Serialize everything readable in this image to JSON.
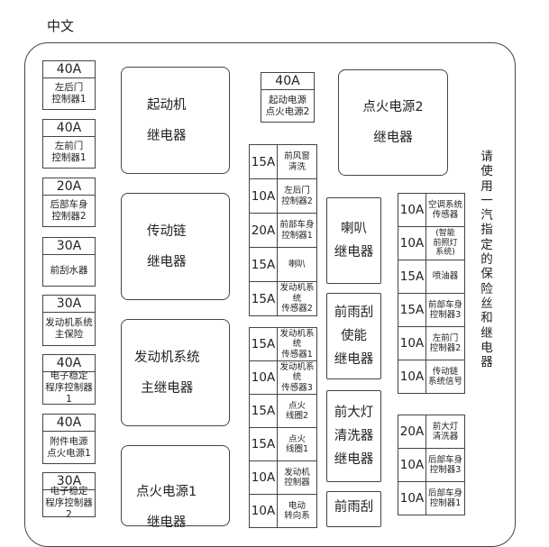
{
  "header": "中文",
  "left_fuses": [
    {
      "amp": "40A",
      "label": "左后门\n控制器1"
    },
    {
      "amp": "40A",
      "label": "左前门\n控制器1"
    },
    {
      "amp": "20A",
      "label": "后部车身\n控制器2"
    },
    {
      "amp": "30A",
      "label": "前刮水器"
    },
    {
      "amp": "30A",
      "label": "发动机系统\n主保险"
    },
    {
      "amp": "40A",
      "label": "电子稳定\n程序控制器1"
    },
    {
      "amp": "40A",
      "label": "附件电源\n点火电源1"
    },
    {
      "amp": "30A",
      "label": "电子稳定\n程序控制器2"
    }
  ],
  "top_fuse": {
    "amp": "40A",
    "label": "起动电源\n点火电源2"
  },
  "relays": {
    "starter": "起动机\n继电器",
    "drivetrain": "传动链\n继电器",
    "engine_main": "发动机系统\n主继电器",
    "ignition1": "点火电源1\n继电器",
    "ignition2": "点火电源2\n继电器",
    "horn": "喇叭\n继电器",
    "wiper_enable": "前雨刮\n使能\n继电器",
    "headlamp_washer": "前大灯\n清洗器\n继电器",
    "front_wiper": "前雨刮"
  },
  "mid_col_a": [
    {
      "amp": "15A",
      "label": "前风窗\n清洗"
    },
    {
      "amp": "10A",
      "label": "左后门\n控制器2"
    },
    {
      "amp": "20A",
      "label": "前部车身\n控制器1"
    },
    {
      "amp": "15A",
      "label": "喇叭"
    },
    {
      "amp": "15A",
      "label": "发动机系统\n传感器2"
    }
  ],
  "mid_col_b": [
    {
      "amp": "15A",
      "label": "发动机系统\n传感器1"
    },
    {
      "amp": "10A",
      "label": "发动机系统\n传感器3"
    },
    {
      "amp": "15A",
      "label": "点火\n线圈2"
    },
    {
      "amp": "15A",
      "label": "点火\n线圈1"
    },
    {
      "amp": "10A",
      "label": "发动机\n控制器"
    },
    {
      "amp": "10A",
      "label": "电动\n转向系"
    }
  ],
  "right_col_a": [
    {
      "amp": "10A",
      "label": "空调系统\n传感器"
    },
    {
      "amp": "10A",
      "label": "(智能\n前照灯\n系统)"
    },
    {
      "amp": "15A",
      "label": "喷油器"
    },
    {
      "amp": "15A",
      "label": "前部车身\n控制器3"
    },
    {
      "amp": "10A",
      "label": "左前门\n控制器2"
    },
    {
      "amp": "10A",
      "label": "传动链\n系统信号"
    }
  ],
  "right_col_b": [
    {
      "amp": "20A",
      "label": "前大灯\n清洗器"
    },
    {
      "amp": "10A",
      "label": "后部车身\n控制器3"
    },
    {
      "amp": "10A",
      "label": "后部车身\n控制器1"
    }
  ],
  "side_note": "请使用一汽指定的保险丝和继电器"
}
